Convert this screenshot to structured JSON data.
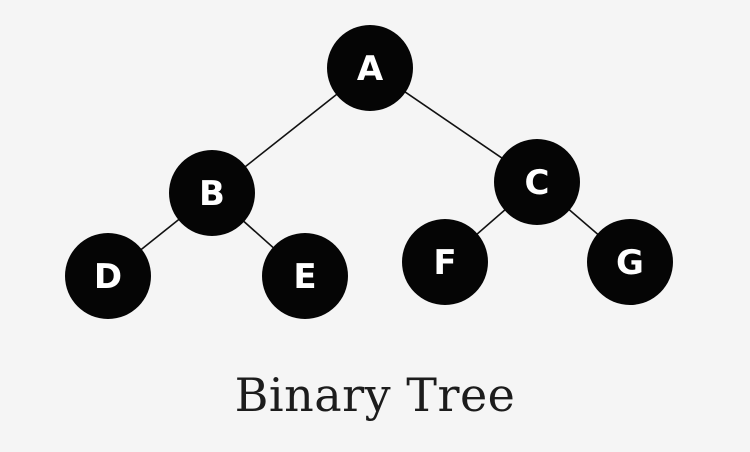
{
  "diagram": {
    "caption": "Binary Tree",
    "colors": {
      "background": "#f5f5f5",
      "node_fill": "#050505",
      "node_text": "#ffffff",
      "edge": "#111111"
    },
    "nodes": [
      {
        "id": "A",
        "label": "A"
      },
      {
        "id": "B",
        "label": "B"
      },
      {
        "id": "C",
        "label": "C"
      },
      {
        "id": "D",
        "label": "D"
      },
      {
        "id": "E",
        "label": "E"
      },
      {
        "id": "F",
        "label": "F"
      },
      {
        "id": "G",
        "label": "G"
      }
    ],
    "edges": [
      {
        "from": "A",
        "to": "B"
      },
      {
        "from": "A",
        "to": "C"
      },
      {
        "from": "B",
        "to": "D"
      },
      {
        "from": "B",
        "to": "E"
      },
      {
        "from": "C",
        "to": "F"
      },
      {
        "from": "C",
        "to": "G"
      }
    ]
  }
}
